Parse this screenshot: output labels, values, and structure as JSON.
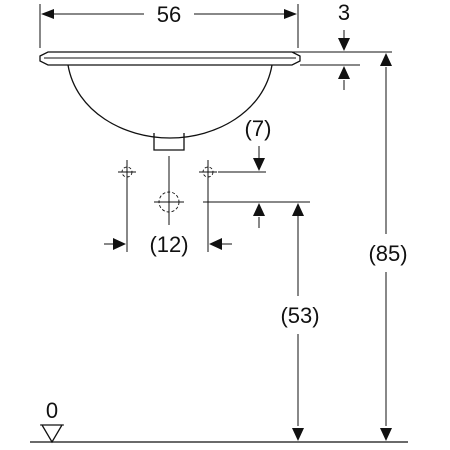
{
  "dimensions": {
    "width_top": "56",
    "rim_thickness": "3",
    "drain_offset": "(7)",
    "tap_spacing": "(12)",
    "drain_height": "(53)",
    "total_height": "(85)",
    "floor_level": "0"
  }
}
